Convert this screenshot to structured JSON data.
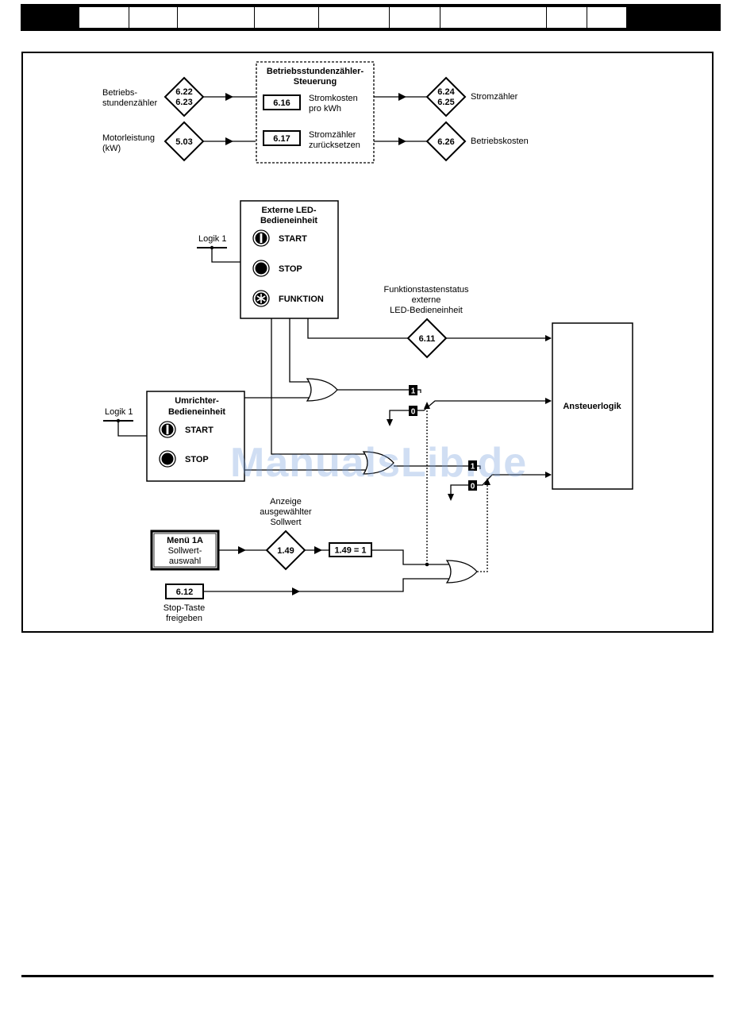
{
  "header": {
    "cells": [
      "",
      "",
      "",
      "",
      "",
      "",
      "",
      "",
      ""
    ]
  },
  "meter": {
    "title1": "Betriebsstundenzähler-",
    "title2": "Steuerung",
    "p616": "6.16",
    "p616_l1": "Stromkosten",
    "p616_l2": "pro kWh",
    "p617": "6.17",
    "p617_l1": "Stromzähler",
    "p617_l2": "zurücksetzen"
  },
  "inputs": {
    "hours_l1": "Betriebs-",
    "hours_l2": "stundenzähler",
    "hours_p1": "6.22",
    "hours_p2": "6.23",
    "power_l1": "Motorleistung",
    "power_l2": "(kW)",
    "power_p": "5.03"
  },
  "outputs": {
    "energy_p1": "6.24",
    "energy_p2": "6.25",
    "energy_label": "Stromzähler",
    "cost_p": "6.26",
    "cost_label": "Betriebskosten"
  },
  "led_keypad": {
    "title1": "Externe LED-",
    "title2": "Bedieneinheit",
    "start": "START",
    "stop": "STOP",
    "function": "FUNKTION",
    "logic": "Logik 1"
  },
  "fkey_status": {
    "l1": "Funktionstastenstatus",
    "l2": "externe",
    "l3": "LED-Bedieneinheit",
    "p": "6.11"
  },
  "drive_keypad": {
    "title1": "Umrichter-",
    "title2": "Bedieneinheit",
    "start": "START",
    "stop": "STOP",
    "logic": "Logik 1"
  },
  "switch": {
    "one": "1",
    "zero": "0"
  },
  "control_logic": "Ansteuerlogik",
  "reference": {
    "menu_title": "Menü 1A",
    "menu_l1": "Sollwert-",
    "menu_l2": "auswahl",
    "ind_l1": "Anzeige",
    "ind_l2": "ausgewählter",
    "ind_l3": "Sollwert",
    "p149": "1.49",
    "cond": "1.49 = 1"
  },
  "stop_enable": {
    "p": "6.12",
    "l1": "Stop-Taste",
    "l2": "freigeben"
  },
  "watermark": "ManualsLib.de"
}
